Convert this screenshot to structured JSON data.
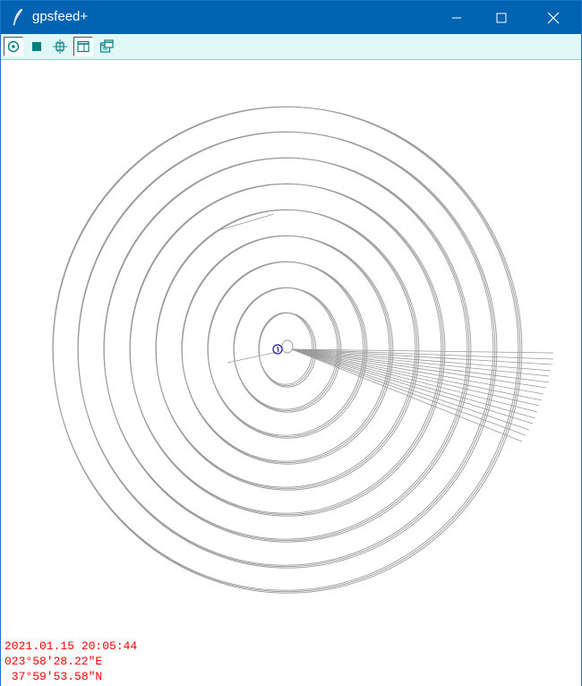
{
  "window": {
    "title": "gpsfeed+",
    "icon": "feather-icon",
    "controls": [
      "minimize",
      "maximize",
      "close"
    ]
  },
  "toolbar": {
    "buttons": [
      {
        "icon": "target-icon",
        "pressed": true
      },
      {
        "icon": "stop-square-icon",
        "pressed": false
      },
      {
        "icon": "crosshair-chip-icon",
        "pressed": false
      },
      {
        "icon": "panel-window-icon",
        "pressed": true
      },
      {
        "icon": "settings-window-icon",
        "pressed": false
      }
    ]
  },
  "status": {
    "datetime": "2021.01.15 20:05:44",
    "longitude": "023°58'28.22\"E",
    "latitude": " 37°59'53.58\"N"
  },
  "colors": {
    "titlebar": "#0063b1",
    "toolbar": "#e0f7f8",
    "track": "#9a9a9a",
    "marker": "#1a1aa0",
    "status_text": "#ff0000"
  }
}
